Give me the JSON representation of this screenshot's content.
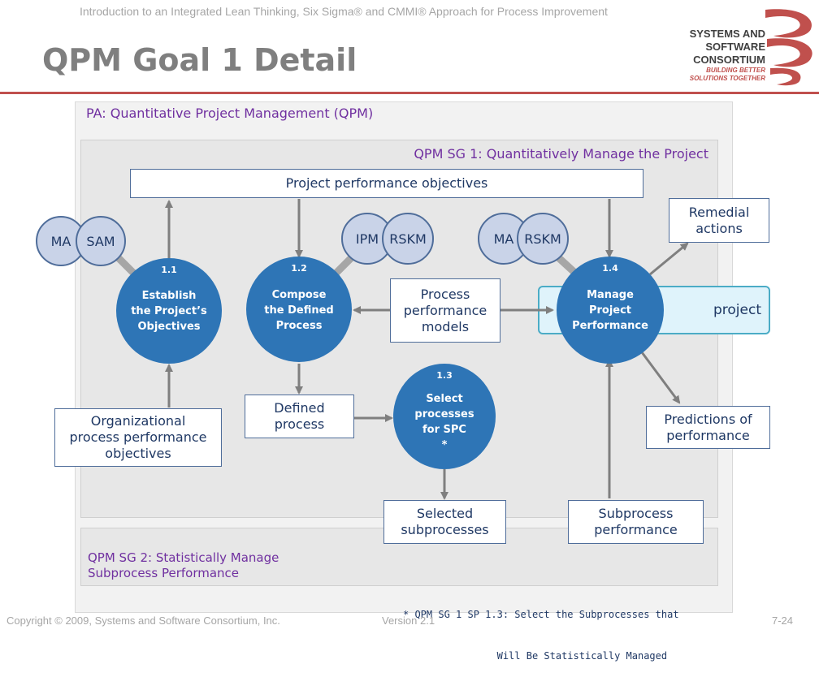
{
  "header": {
    "subtitle": "Introduction to an Integrated Lean Thinking, Six Sigma® and CMMI® Approach for Process Improvement",
    "title": "QPM Goal 1 Detail"
  },
  "logo": {
    "lines": [
      "SYSTEMS AND",
      "SOFTWARE",
      "CONSORTIUM"
    ],
    "tagline": [
      "BUILDING BETTER",
      "SOLUTIONS TOGETHER"
    ]
  },
  "diagram": {
    "pa_label": "PA: Quantitative Project Management (QPM)",
    "sg1_label": "QPM SG 1: Quantitatively Manage the Project",
    "sg2_label": [
      "QPM SG 2: Statistically Manage",
      "Subprocess Performance"
    ],
    "boxes": {
      "objectives": "Project performance objectives",
      "remedial": [
        "Remedial",
        "actions"
      ],
      "models": [
        "Process",
        "performance",
        "models"
      ],
      "project": "project",
      "org_objectives": [
        "Organizational",
        "process performance",
        "objectives"
      ],
      "defined": [
        "Defined",
        "process"
      ],
      "predictions": [
        "Predictions of",
        "performance"
      ],
      "selected": [
        "Selected",
        "subprocesses"
      ],
      "subprocess_perf": [
        "Subprocess",
        "performance"
      ]
    },
    "process_areas": {
      "g1": [
        "MA",
        "SAM"
      ],
      "g2": [
        "IPM",
        "RSKM"
      ],
      "g3": [
        "MA",
        "RSKM"
      ]
    },
    "processes": [
      {
        "num": "1.1",
        "label": [
          "Establish",
          "the Project’s",
          "Objectives"
        ]
      },
      {
        "num": "1.2",
        "label": [
          "Compose",
          "the Defined",
          "Process"
        ]
      },
      {
        "num": "1.3",
        "label": [
          "Select",
          "processes",
          "for SPC",
          "*"
        ]
      },
      {
        "num": "1.4",
        "label": [
          "Manage",
          "Project",
          "Performance"
        ]
      }
    ],
    "footnote": [
      "* QPM SG 1 SP 1.3: Select the Subprocesses that",
      "                Will Be Statistically Managed"
    ]
  },
  "footer": {
    "copyright": "Copyright © 2009, Systems and Software Consortium, Inc.",
    "version": "Version 2.1",
    "page": "7-24"
  },
  "colors": {
    "accent_red": "#c0504d",
    "process_blue": "#2e75b6",
    "label_purple": "#7030a0",
    "text_navy": "#1f3864"
  }
}
